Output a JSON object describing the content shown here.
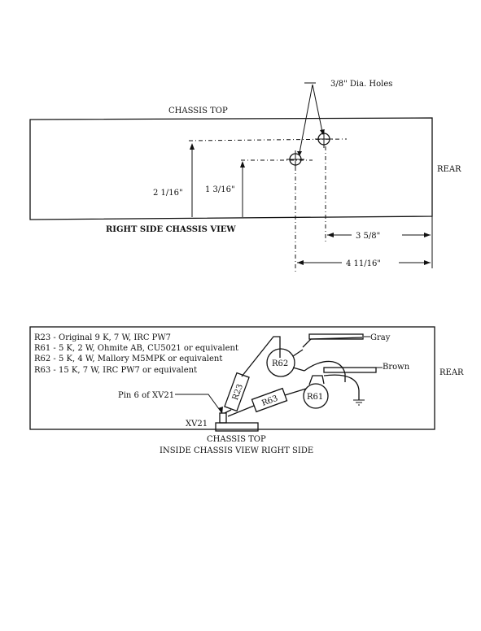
{
  "top_view": {
    "holes_label": "3/8\" Dia. Holes",
    "chassis_top": "CHASSIS TOP",
    "rear": "REAR",
    "dim_left": "2 1/16\"",
    "dim_mid": "1 3/16\"",
    "view_title": "RIGHT SIDE CHASSIS VIEW",
    "dim_3_5_8": "3 5/8\"",
    "dim_4_11_16": "4 11/16\""
  },
  "bottom_view": {
    "notes": [
      "R23 - Original 9 K, 7 W, IRC PW7",
      "R61 - 5 K, 2 W, Ohmite AB, CU5021 or equivalent",
      "R62 - 5 K, 4 W, Mallory M5MPK or equivalent",
      "R63 - 15 K, 7 W, IRC PW7 or equivalent"
    ],
    "pin_label": "Pin 6 of XV21",
    "xv21": "XV21",
    "r23": "R23",
    "r62": "R62",
    "r63": "R63",
    "r61": "R61",
    "gray": "Gray",
    "brown": "Brown",
    "rear": "REAR",
    "chassis_top": "CHASSIS TOP",
    "view_title": "INSIDE CHASSIS VIEW RIGHT SIDE"
  }
}
